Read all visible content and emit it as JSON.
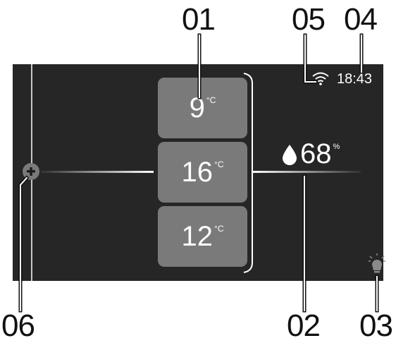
{
  "callouts": {
    "c01": "01",
    "c02": "02",
    "c03": "03",
    "c04": "04",
    "c05": "05",
    "c06": "06"
  },
  "screen": {
    "time": "18:43",
    "humidity_value": "68",
    "humidity_unit": "%",
    "temps": [
      {
        "value": "9",
        "unit": "°C"
      },
      {
        "value": "16",
        "unit": "°C"
      },
      {
        "value": "12",
        "unit": "°C"
      }
    ]
  },
  "icons": [
    "wifi-icon",
    "water-drop-icon",
    "add-icon",
    "light-bulb-icon"
  ],
  "colors": {
    "screen_bg": "#262626",
    "temp_box": "#7a7a7a",
    "text": "#ffffff",
    "callout": "#111111"
  }
}
